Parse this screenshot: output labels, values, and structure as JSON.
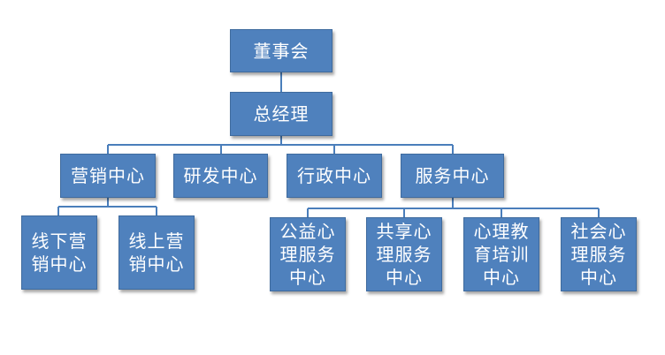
{
  "org_chart": {
    "board": "董事会",
    "general_manager": "总经理",
    "marketing_center": "营销中心",
    "rnd_center": "研发中心",
    "admin_center": "行政中心",
    "service_center": "服务中心",
    "offline_marketing": "线下营\n销中心",
    "online_marketing": "线上营\n销中心",
    "public_welfare_psych": "公益心\n理服务\n中心",
    "shared_psych": "共享心\n理服务\n中心",
    "psych_education": "心理教\n育培训\n中心",
    "social_psych": "社会心\n理服务\n中心"
  },
  "colors": {
    "box_fill": "#4f81bd",
    "box_border": "#3f6b9e",
    "connector": "#4a7ebb",
    "text": "#ffffff"
  }
}
